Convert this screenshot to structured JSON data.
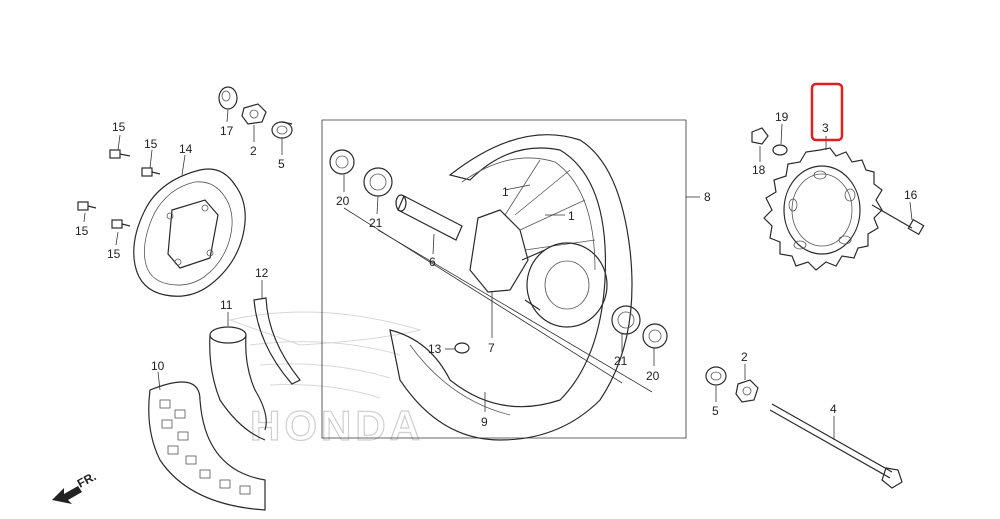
{
  "diagram": {
    "direction_label": "FR.",
    "watermark": "HONDA",
    "highlight_color": "#e02020",
    "callouts": [
      {
        "id": "c1a",
        "text": "1"
      },
      {
        "id": "c1b",
        "text": "1"
      },
      {
        "id": "c2a",
        "text": "2"
      },
      {
        "id": "c2b",
        "text": "2"
      },
      {
        "id": "c3",
        "text": "3"
      },
      {
        "id": "c4",
        "text": "4"
      },
      {
        "id": "c5a",
        "text": "5"
      },
      {
        "id": "c5b",
        "text": "5"
      },
      {
        "id": "c6",
        "text": "6"
      },
      {
        "id": "c7",
        "text": "7"
      },
      {
        "id": "c8",
        "text": "8"
      },
      {
        "id": "c9",
        "text": "9"
      },
      {
        "id": "c10",
        "text": "10"
      },
      {
        "id": "c11",
        "text": "11"
      },
      {
        "id": "c12",
        "text": "12"
      },
      {
        "id": "c13",
        "text": "13"
      },
      {
        "id": "c14",
        "text": "14"
      },
      {
        "id": "c15a",
        "text": "15"
      },
      {
        "id": "c15b",
        "text": "15"
      },
      {
        "id": "c15c",
        "text": "15"
      },
      {
        "id": "c15d",
        "text": "15"
      },
      {
        "id": "c16",
        "text": "16"
      },
      {
        "id": "c17",
        "text": "17"
      },
      {
        "id": "c18",
        "text": "18"
      },
      {
        "id": "c19",
        "text": "19"
      },
      {
        "id": "c20a",
        "text": "20"
      },
      {
        "id": "c20b",
        "text": "20"
      },
      {
        "id": "c21a",
        "text": "21"
      },
      {
        "id": "c21b",
        "text": "21"
      }
    ]
  }
}
